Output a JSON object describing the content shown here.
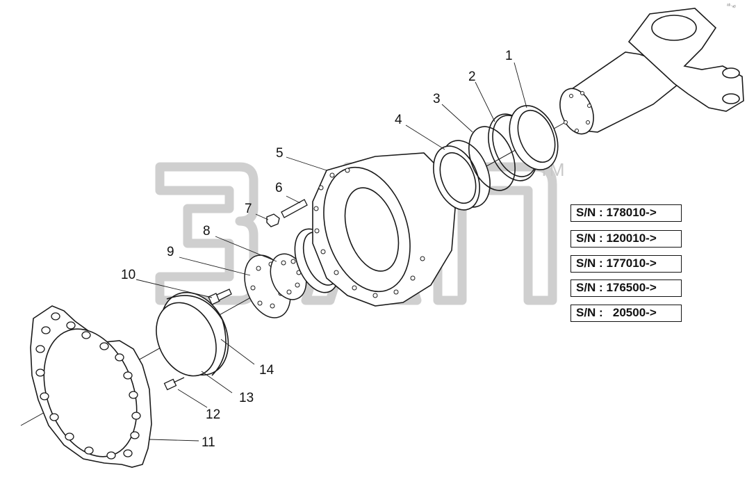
{
  "watermark": {
    "text": "ЗАП",
    "tm": "TM",
    "color": "#cfcfcf"
  },
  "serial_numbers": [
    "S/N : 178010->",
    "S/N : 120010->",
    "S/N : 177010->",
    "S/N : 176500->",
    "S/N :   20500->"
  ],
  "callouts": [
    "1",
    "2",
    "3",
    "4",
    "5",
    "6",
    "7",
    "8",
    "9",
    "10",
    "11",
    "12",
    "13",
    "14"
  ],
  "corner_mark": "ᵃᵇ·ₐᵦ",
  "colors": {
    "line": "#1a1a1a",
    "box_border": "#111111"
  }
}
